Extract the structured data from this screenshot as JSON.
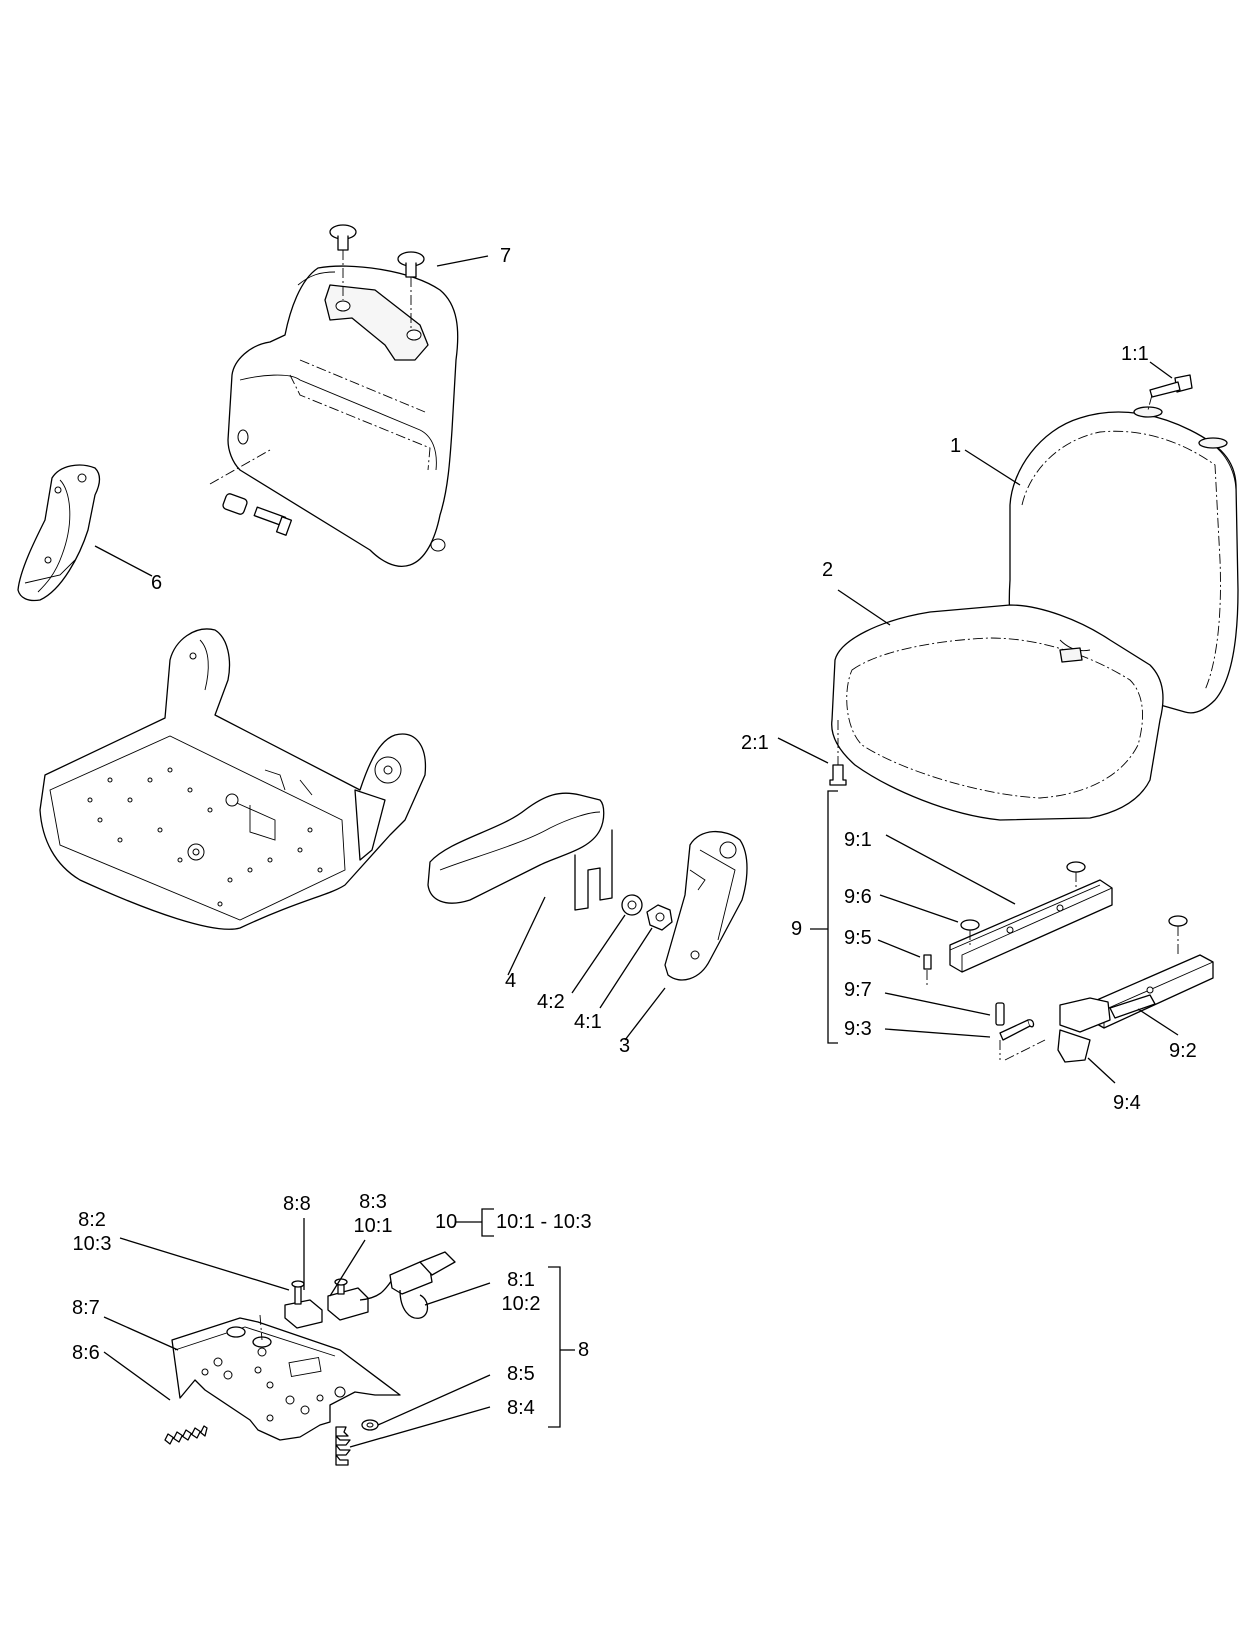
{
  "callouts": {
    "c1": "1",
    "c1_1": "1:1",
    "c2": "2",
    "c2_1": "2:1",
    "c3": "3",
    "c4": "4",
    "c4_1": "4:1",
    "c4_2": "4:2",
    "c6": "6",
    "c7": "7",
    "c9": "9",
    "c9_1": "9:1",
    "c9_2": "9:2",
    "c9_3": "9:3",
    "c9_4": "9:4",
    "c9_5": "9:5",
    "c9_6": "9:6",
    "c9_7": "9:7",
    "c8": "8",
    "c8_1": "8:1",
    "c10_2": "10:2",
    "c8_2": "8:2",
    "c10_3": "10:3",
    "c8_3": "8:3",
    "c10_1": "10:1",
    "c8_4": "8:4",
    "c8_5": "8:5",
    "c8_6": "8:6",
    "c8_7": "8:7",
    "c8_8": "8:8",
    "c10": "10",
    "c10_range": "10:1 - 10:3"
  }
}
